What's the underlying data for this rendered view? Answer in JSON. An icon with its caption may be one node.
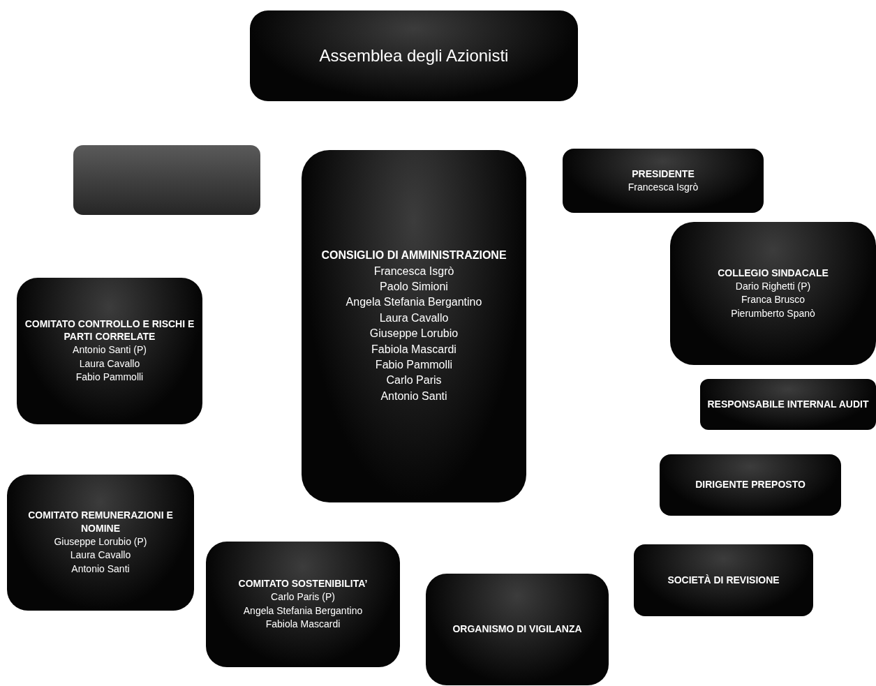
{
  "diagram": {
    "nodes": [
      {
        "text": [
          "Assemblea degli Azionisti"
        ]
      },
      {
        "text": [],
        "shape": "box"
      },
      {
        "text": [
          "CONSIGLIO DI AMMINISTRAZIONE",
          "Francesca Isgrò",
          "Paolo Simioni",
          "Angela Stefania Bergantino",
          "Laura Cavallo",
          "Giuseppe Lorubio",
          "Fabiola Mascardi",
          "Fabio Pammolli",
          "Carlo Paris",
          "Antonio Santi"
        ]
      },
      {
        "text": [
          "PRESIDENTE",
          "Francesca Isgrò"
        ]
      },
      {
        "text": [
          "COLLEGIO SINDACALE",
          "Dario Righetti (P)",
          "Franca Brusco",
          "Pierumberto Spanò"
        ]
      },
      {
        "text": [
          "COMITATO CONTROLLO E RISCHI E PARTI CORRELATE",
          "Antonio Santi (P)",
          "Laura Cavallo",
          "Fabio Pammolli"
        ]
      },
      {
        "text": [
          "RESPONSABILE INTERNAL AUDIT"
        ]
      },
      {
        "text": [
          "DIRIGENTE PREPOSTO"
        ]
      },
      {
        "text": [
          "COMITATO REMUNERAZIONI E NOMINE",
          "Giuseppe Lorubio (P)",
          "Laura Cavallo",
          "Antonio Santi"
        ]
      },
      {
        "text": [
          "COMITATO SOSTENIBILITA’",
          "Carlo Paris (P)",
          "Angela Stefania Bergantino",
          "Fabiola Mascardi"
        ]
      },
      {
        "text": [
          "SOCIETÀ DI REVISIONE"
        ]
      },
      {
        "text": [
          "ORGANISMO DI VIGILANZA"
        ]
      }
    ]
  }
}
